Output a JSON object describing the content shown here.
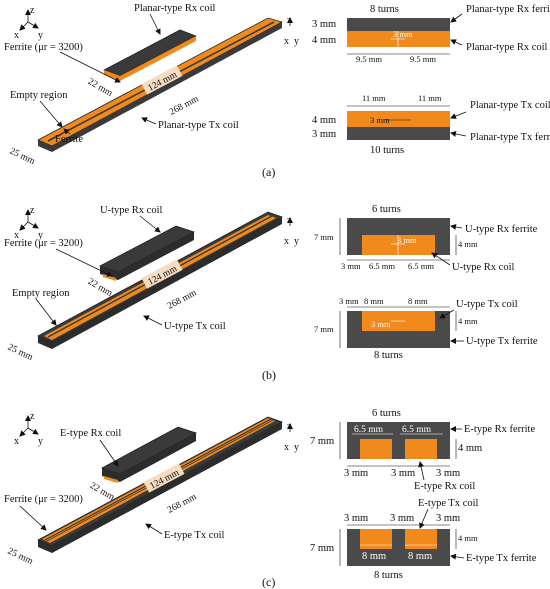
{
  "colors": {
    "ferrite": "#4a4a4a",
    "coil": "#f08a1c",
    "edge": "#222222",
    "label_bg": "#f6dcc0"
  },
  "axis_labels": {
    "z": "z",
    "x": "x",
    "y": "y"
  },
  "panels": [
    {
      "caption": "(a)",
      "iso": {
        "rx_label": "Planar-type Rx coil",
        "ferrite_label": "Ferrite (μr = 3200)",
        "empty_label": "Empty region",
        "ferrite2_label": "Ferrite",
        "tx_label": "Planar-type Tx coil",
        "dim_124": "124 mm",
        "dim_22": "22 mm",
        "dim_268": "268 mm",
        "dim_25": "25 mm"
      },
      "rx": {
        "turns": "8 turns",
        "ferrite_label": "Planar-type Rx ferrite",
        "coil_label": "Planar-type Rx coil",
        "h_ferrite": "3 mm",
        "h_coil": "4 mm",
        "gap": "3 mm",
        "w_left": "9.5 mm",
        "w_right": "9.5 mm"
      },
      "tx": {
        "turns": "10 turns",
        "coil_label": "Planar-type Tx coil",
        "ferrite_label": "Planar-type Tx ferrite",
        "h_coil": "4 mm",
        "h_ferrite": "3 mm",
        "gap": "3 mm",
        "w_left": "11 mm",
        "w_right": "11 mm"
      }
    },
    {
      "caption": "(b)",
      "iso": {
        "rx_label": "U-type Rx coil",
        "ferrite_label": "Ferrite (μr = 3200)",
        "empty_label": "Empty region",
        "tx_label": "U-type Tx coil",
        "dim_124": "124 mm",
        "dim_22": "22 mm",
        "dim_268": "268 mm",
        "dim_25": "25 mm"
      },
      "rx": {
        "turns": "6 turns",
        "ferrite_label": "U-type Rx ferrite",
        "coil_label": "U-type Rx coil",
        "h_total": "7 mm",
        "h_coil": "4 mm",
        "gap": "3 mm",
        "w_wall": "3 mm",
        "w_left": "6.5 mm",
        "w_right": "6.5 mm"
      },
      "tx": {
        "turns": "8 turns",
        "coil_label": "U-type Tx coil",
        "ferrite_label": "U-type Tx ferrite",
        "h_total": "7 mm",
        "h_coil": "4 mm",
        "gap": "3 mm",
        "w_wall": "3 mm",
        "w_left": "8 mm",
        "w_right": "8 mm"
      }
    },
    {
      "caption": "(c)",
      "iso": {
        "rx_label": "E-type Rx coil",
        "ferrite_label": "Ferrite (μr = 3200)",
        "tx_label": "E-type Tx coil",
        "dim_124": "124 mm",
        "dim_22": "22 mm",
        "dim_268": "268 mm",
        "dim_25": "25 mm"
      },
      "rx": {
        "turns": "6 turns",
        "ferrite_label": "E-type Rx ferrite",
        "coil_label": "E-type Rx coil",
        "h_total": "7 mm",
        "h_coil": "4 mm",
        "w_slot_left": "6.5 mm",
        "w_slot_right": "6.5 mm",
        "w_leg1": "3 mm",
        "w_leg2": "3 mm",
        "w_leg3": "3 mm"
      },
      "tx": {
        "turns": "8 turns",
        "coil_label": "E-type Tx coil",
        "ferrite_label": "E-type Tx ferrite",
        "h_total": "7 mm",
        "h_coil": "4 mm",
        "w_leg1": "3 mm",
        "w_leg2": "3 mm",
        "w_leg3": "3 mm",
        "w_slot_left": "8 mm",
        "w_slot_right": "8 mm"
      }
    }
  ]
}
